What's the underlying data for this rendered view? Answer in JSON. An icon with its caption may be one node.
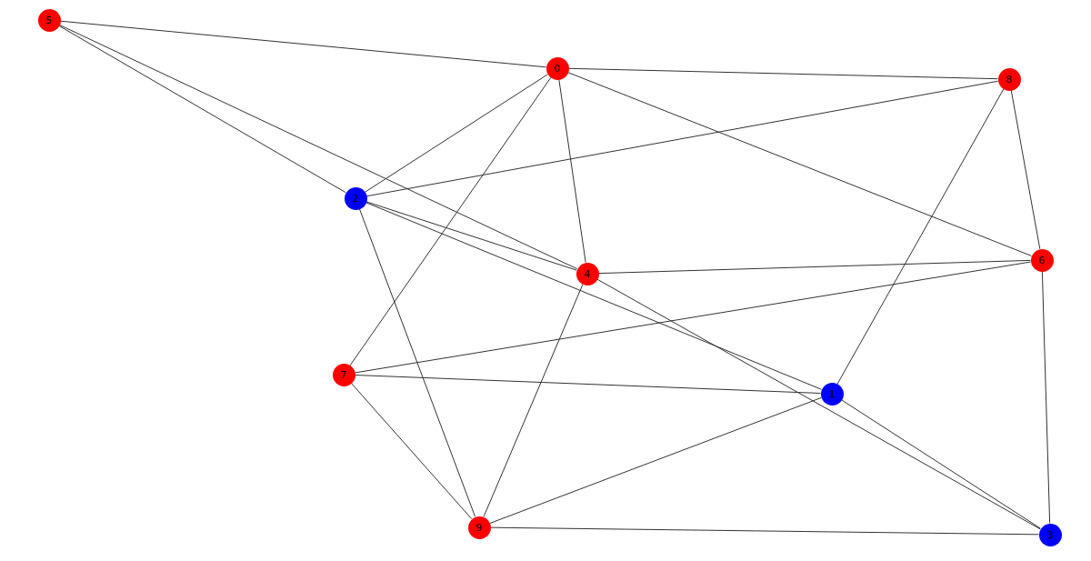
{
  "diagram": {
    "nodes": [
      {
        "text": [
          "5"
        ]
      },
      {
        "text": [
          "0"
        ]
      },
      {
        "text": [
          "8"
        ]
      },
      {
        "text": [
          "2"
        ]
      },
      {
        "text": [
          "6"
        ]
      },
      {
        "text": [
          "4"
        ]
      },
      {
        "text": [
          "7"
        ]
      },
      {
        "text": [
          "1"
        ]
      },
      {
        "text": [
          "9"
        ]
      },
      {
        "text": [
          "3"
        ]
      }
    ],
    "edges": [
      {
        "from": 0,
        "to": 1,
        "arrow": "none"
      },
      {
        "from": 0,
        "to": 3,
        "arrow": "none"
      },
      {
        "from": 0,
        "to": 5,
        "arrow": "none"
      },
      {
        "from": 1,
        "to": 2,
        "arrow": "none"
      },
      {
        "from": 1,
        "to": 3,
        "arrow": "none"
      },
      {
        "from": 1,
        "to": 6,
        "arrow": "none"
      },
      {
        "from": 1,
        "to": 5,
        "arrow": "none"
      },
      {
        "from": 1,
        "to": 4,
        "arrow": "none"
      },
      {
        "from": 2,
        "to": 3,
        "arrow": "none"
      },
      {
        "from": 2,
        "to": 4,
        "arrow": "none"
      },
      {
        "from": 2,
        "to": 7,
        "arrow": "none"
      },
      {
        "from": 3,
        "to": 5,
        "arrow": "none"
      },
      {
        "from": 3,
        "to": 7,
        "arrow": "none"
      },
      {
        "from": 3,
        "to": 8,
        "arrow": "none"
      },
      {
        "from": 5,
        "to": 4,
        "arrow": "none"
      },
      {
        "from": 5,
        "to": 8,
        "arrow": "none"
      },
      {
        "from": 5,
        "to": 9,
        "arrow": "none"
      },
      {
        "from": 4,
        "to": 6,
        "arrow": "none"
      },
      {
        "from": 4,
        "to": 9,
        "arrow": "none"
      },
      {
        "from": 6,
        "to": 7,
        "arrow": "none"
      },
      {
        "from": 6,
        "to": 8,
        "arrow": "none"
      },
      {
        "from": 7,
        "to": 8,
        "arrow": "none"
      },
      {
        "from": 7,
        "to": 9,
        "arrow": "none"
      },
      {
        "from": 8,
        "to": 9,
        "arrow": "none"
      }
    ]
  }
}
